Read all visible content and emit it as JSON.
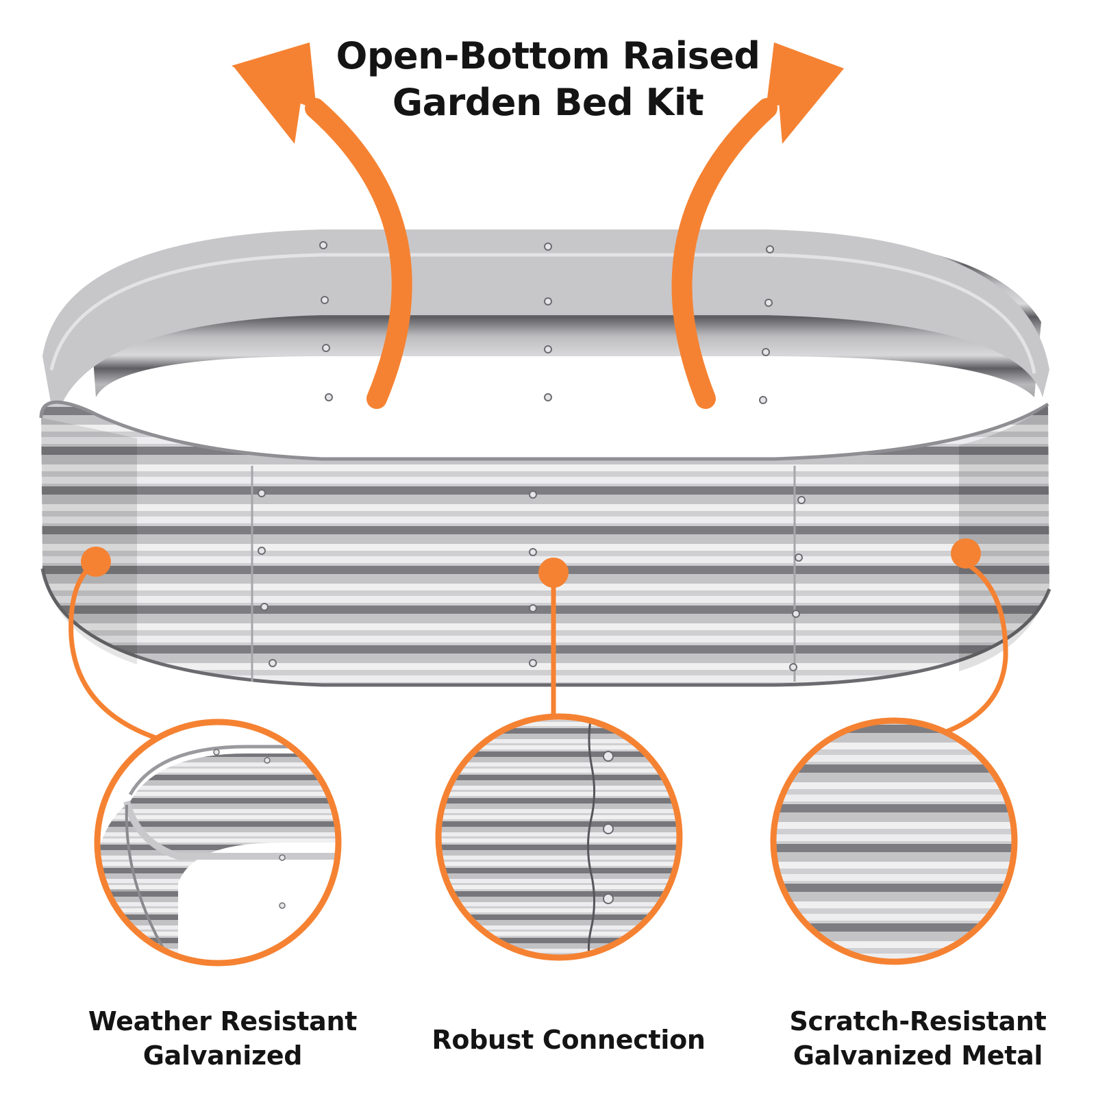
{
  "title": {
    "line1": "Open-Bottom Raised",
    "line2": "Garden Bed Kit"
  },
  "features": [
    {
      "line1": "Weather Resistant",
      "line2": "Galvanized"
    },
    {
      "line1": "Robust Connection"
    },
    {
      "line1": "Scratch-Resistant",
      "line2": "Galvanized Metal"
    }
  ],
  "colors": {
    "accent": "#F58232",
    "metal_light": "#D8D8DA",
    "metal_dark": "#6E6E72",
    "text": "#141414"
  },
  "icons": [
    "up-left-arrow-icon",
    "up-right-arrow-icon",
    "callout-dot-icon"
  ]
}
